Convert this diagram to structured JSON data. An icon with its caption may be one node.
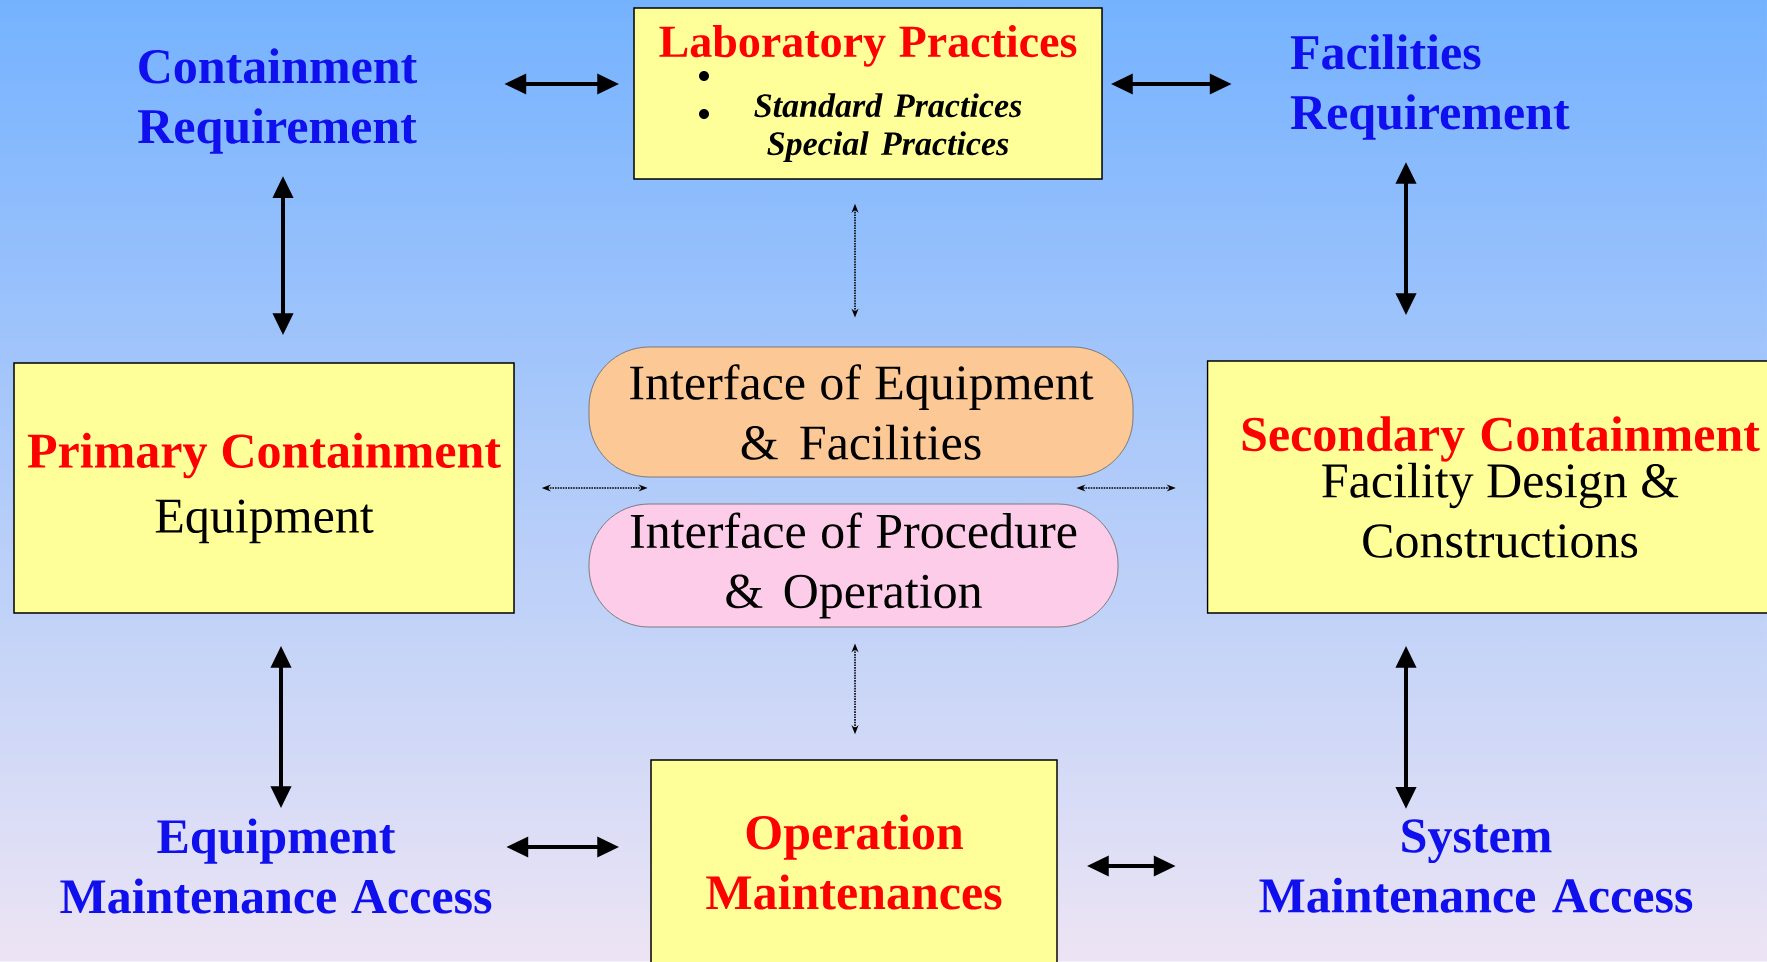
{
  "diagram": {
    "nodes": [
      {
        "text": [
          "Containment Requirement"
        ]
      },
      {
        "text": [
          "Laboratory Practices",
          "Standard Practices",
          "Special Practices"
        ]
      },
      {
        "text": [
          "Facilities Requirement"
        ]
      },
      {
        "text": [
          "Primary Containment",
          "Equipment"
        ]
      },
      {
        "text": [
          "Interface of Equipment & Facilities"
        ]
      },
      {
        "text": [
          "Interface of Procedure & Operation"
        ]
      },
      {
        "text": [
          "Secondary Containment",
          "Facility Design & Constructions"
        ]
      },
      {
        "text": [
          "Equipment Maintenance Access"
        ]
      },
      {
        "text": [
          "Operation Maintenances"
        ]
      },
      {
        "text": [
          "System Maintenance Access"
        ]
      }
    ],
    "edges": [
      {
        "from": 0,
        "to": 1,
        "arrow": "both"
      },
      {
        "from": 1,
        "to": 2,
        "arrow": "both"
      },
      {
        "from": 0,
        "to": 3,
        "arrow": "both"
      },
      {
        "from": 2,
        "to": 6,
        "arrow": "both"
      },
      {
        "from": 1,
        "to": 4,
        "arrow": "both",
        "style": "dashed"
      },
      {
        "from": 3,
        "to": 4,
        "arrow": "both",
        "style": "dashed"
      },
      {
        "from": 6,
        "to": 4,
        "arrow": "both",
        "style": "dashed"
      },
      {
        "from": 3,
        "to": 7,
        "arrow": "both"
      },
      {
        "from": 6,
        "to": 9,
        "arrow": "both"
      },
      {
        "from": 5,
        "to": 8,
        "arrow": "both",
        "style": "dashed"
      },
      {
        "from": 7,
        "to": 8,
        "arrow": "both"
      },
      {
        "from": 8,
        "to": 9,
        "arrow": "both"
      }
    ]
  }
}
